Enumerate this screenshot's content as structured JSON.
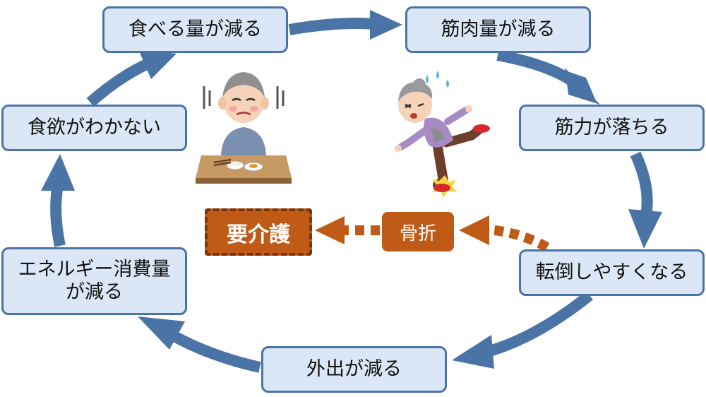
{
  "cycle": {
    "eat_less": "食べる量が減る",
    "muscle_mass_down": "筋肉量が減る",
    "strength_down": "筋力が落ちる",
    "fall_easily": "転倒しやすくなる",
    "go_out_less": "外出が減る",
    "energy_use_down_line1": "エネルギー消費量",
    "energy_use_down_line2": "が減る",
    "no_appetite": "食欲がわかない"
  },
  "outcome": {
    "fracture": "骨折",
    "care_needed": "要介護"
  },
  "colors": {
    "node_fill": "#dbe7f6",
    "node_border": "#4a73a6",
    "cycle_arrow": "#4a73a6",
    "outcome_fill": "#c05a17",
    "outcome_border": "#7a3408"
  },
  "icons": [
    "elderly-man-at-table-icon",
    "elderly-woman-tripping-icon"
  ]
}
